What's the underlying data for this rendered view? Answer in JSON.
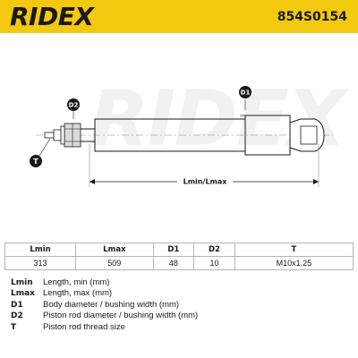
{
  "header": {
    "logo": "RIDEX",
    "part_number": "854S0154",
    "color": "#f3c90f"
  },
  "diagram": {
    "watermark": "RIDEX",
    "markers": {
      "d1": "D1",
      "d2": "D2",
      "t": "T"
    },
    "dimension_label": "Lmin/Lmax"
  },
  "specs": {
    "headers": [
      "Lmin",
      "Lmax",
      "D1",
      "D2",
      "T"
    ],
    "values": [
      "313",
      "509",
      "48",
      "10",
      "M10x1.25"
    ]
  },
  "legend": [
    {
      "key": "Lmin",
      "desc": "Length, min (mm)"
    },
    {
      "key": "Lmax",
      "desc": "Length, max (mm)"
    },
    {
      "key": "D1",
      "desc": "Body diameter / bushing width (mm)"
    },
    {
      "key": "D2",
      "desc": "Piston rod diameter / bushing width (mm)"
    },
    {
      "key": "T",
      "desc": "Piston rod thread size"
    }
  ]
}
